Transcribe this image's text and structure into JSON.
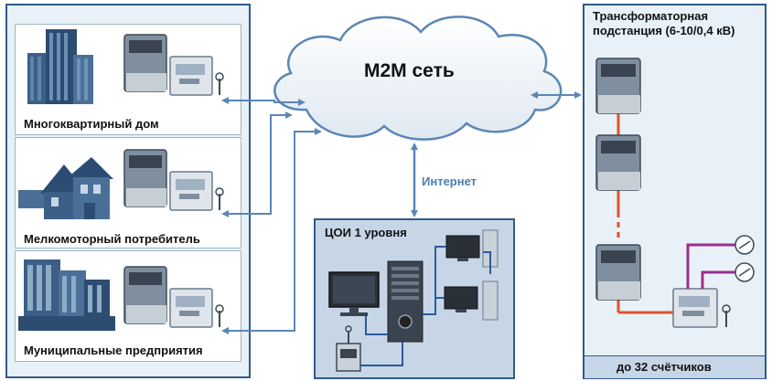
{
  "consumers": [
    {
      "label": "Многоквартирный дом",
      "icon": "apartment-building-icon"
    },
    {
      "label": "Мелкомоторный потребитель",
      "icon": "house-icon"
    },
    {
      "label": "Муниципальные предприятия",
      "icon": "municipal-building-icon"
    }
  ],
  "network": {
    "title": "M2M сеть",
    "internet_label": "Интернет"
  },
  "center": {
    "title": "ЦОИ 1 уровня"
  },
  "substation": {
    "title_line1": "Трансформаторная",
    "title_line2": "подстанция (6-10/0,4 кВ)",
    "footer": "до 32 счётчиков"
  },
  "colors": {
    "panel_border": "#2f5a8a",
    "panel_fill": "#e9f1f8",
    "arrow": "#5b86b5",
    "meter_link": "#e0532b",
    "line_link": "#9a2f8f"
  }
}
